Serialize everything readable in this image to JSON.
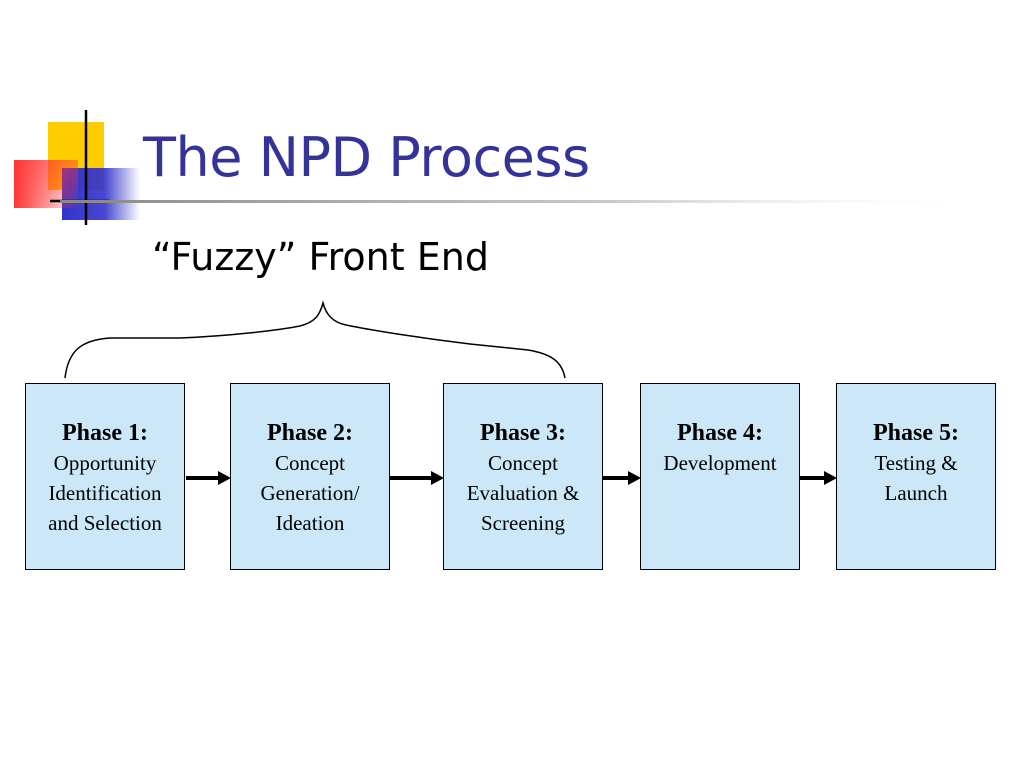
{
  "slide": {
    "title": "The NPD Process",
    "subtitle": "“Fuzzy” Front End"
  },
  "colors": {
    "title": "#333399",
    "box_fill": "#cce8f8",
    "logo_yellow": "#ffcc00",
    "logo_blue": "#3333cc",
    "logo_red": "#ff3333"
  },
  "phases": [
    {
      "title": "Phase 1:",
      "lines": [
        "Opportunity",
        "Identification",
        "and Selection"
      ]
    },
    {
      "title": "Phase 2:",
      "lines": [
        "Concept",
        "Generation/",
        "Ideation"
      ]
    },
    {
      "title": "Phase 3:",
      "lines": [
        "Concept",
        "Evaluation &",
        "Screening"
      ]
    },
    {
      "title": "Phase 4:",
      "lines": [
        "Development"
      ]
    },
    {
      "title": "Phase 5:",
      "lines": [
        "Testing &",
        "Launch"
      ]
    }
  ]
}
